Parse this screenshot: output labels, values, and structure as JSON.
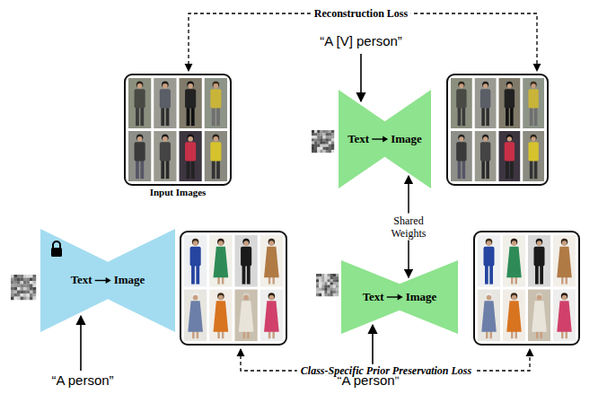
{
  "diagram": {
    "nodes": [
      {
        "text": [
          "Input Images"
        ]
      },
      {
        "text": [
          "Text",
          "Image"
        ]
      },
      {
        "text": [
          "Text",
          "Image"
        ]
      },
      {
        "text": [
          "Text",
          "Image"
        ]
      }
    ],
    "edges": [
      {
        "from": 1,
        "to": 3,
        "arrow": "both",
        "label": "Shared Weights"
      }
    ],
    "labels": [
      "Reconstruction Loss",
      "“A [V] person”",
      "“A person”",
      "“A person”",
      "Class-Specific Prior Preservation Loss"
    ]
  }
}
